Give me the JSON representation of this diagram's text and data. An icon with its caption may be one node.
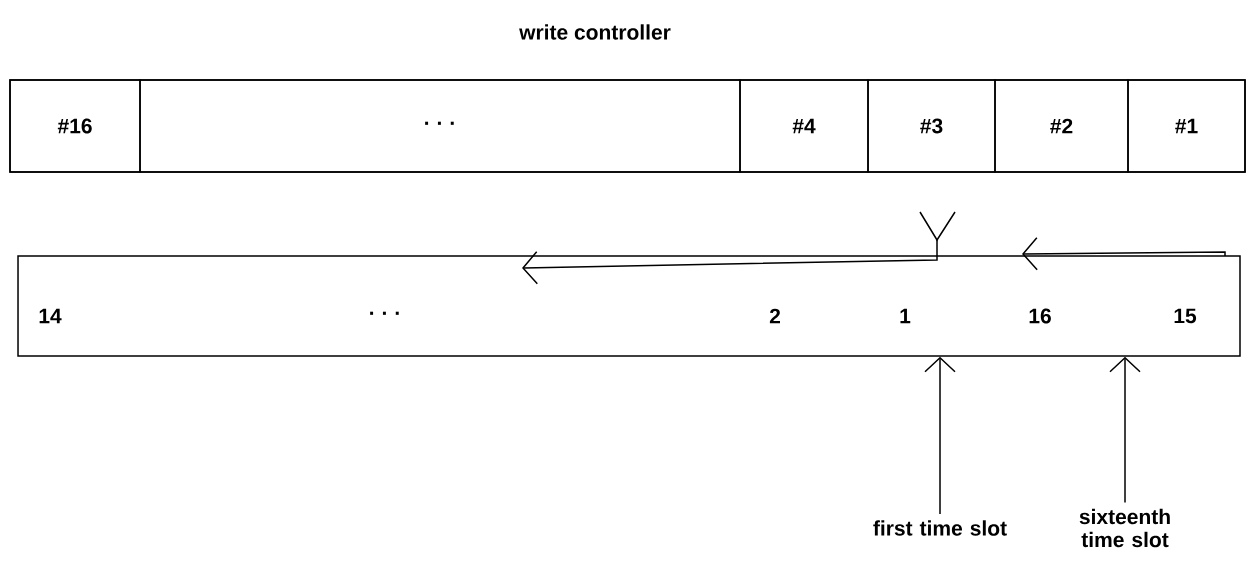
{
  "diagram": {
    "title": "write controller",
    "nodes": [
      {
        "text": [],
        "shape": "box"
      },
      {
        "text": [
          "#16"
        ],
        "in": 0
      },
      {
        "text": [
          "· · ·"
        ],
        "in": 0
      },
      {
        "text": [
          "#4"
        ],
        "in": 0
      },
      {
        "text": [
          "#3"
        ],
        "in": 0
      },
      {
        "text": [
          "#2"
        ],
        "in": 0
      },
      {
        "text": [
          "#1"
        ],
        "in": 0
      },
      {
        "text": [
          "14",
          "· · ·",
          "2",
          "1",
          "16",
          "15"
        ]
      },
      {
        "text": [
          "first time slot"
        ]
      },
      {
        "text": [
          "sixteenth time slot"
        ]
      }
    ],
    "edges": [
      {
        "from": 8,
        "to": 7,
        "arrow": "to"
      },
      {
        "from": 9,
        "to": 7,
        "arrow": "to"
      }
    ]
  }
}
